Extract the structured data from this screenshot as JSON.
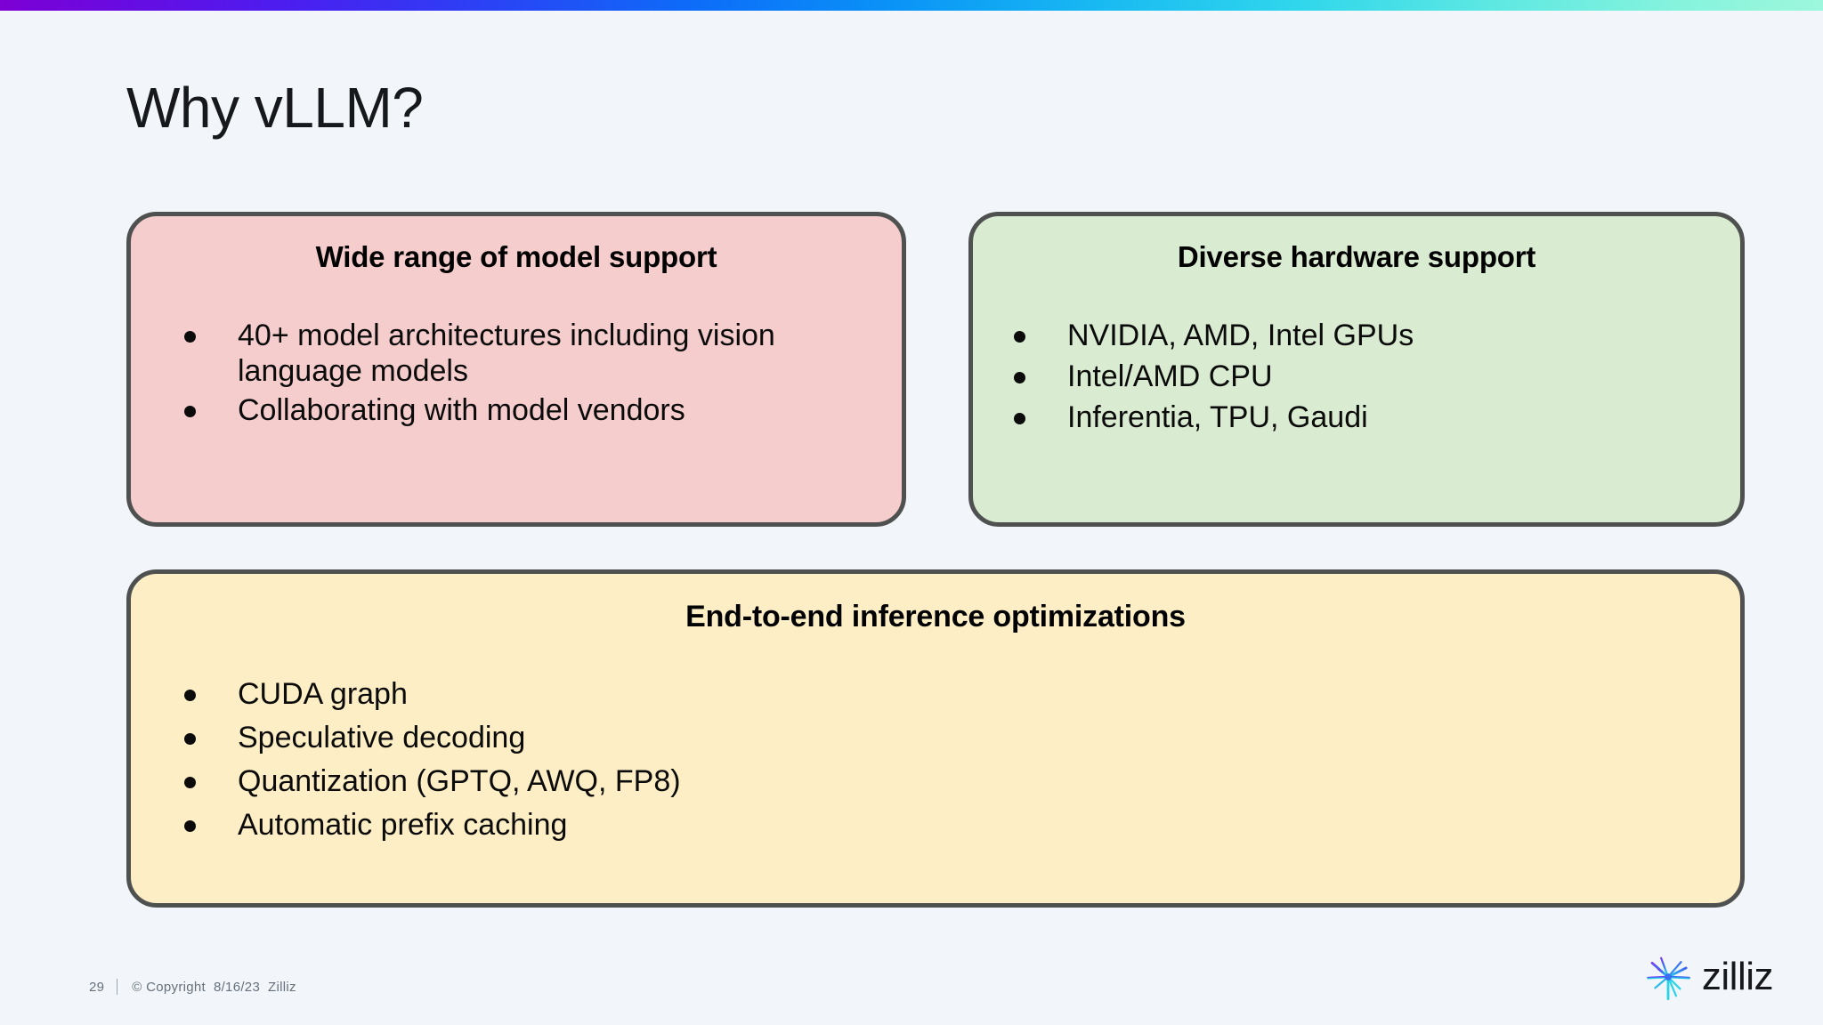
{
  "theme": {
    "background": "#f2f6fa",
    "border_color": "#4f5150",
    "gradient_start": "#7d00d4",
    "gradient_mid": "#0a93f7",
    "gradient_end": "#9df7dc",
    "text_color": "#0b0b0b",
    "footer_text_color": "#66707c"
  },
  "slide": {
    "title": "Why vLLM?"
  },
  "cards": [
    {
      "id": "wide-range-of-model-support",
      "title": "Wide range of model support",
      "background": "#f6cdcd",
      "bullets": [
        "40+ model architectures including vision language models",
        "Collaborating with model vendors"
      ]
    },
    {
      "id": "diverse-hardware-support",
      "title": "Diverse hardware support",
      "background": "#d9ebd0",
      "bullets": [
        "NVIDIA, AMD, Intel GPUs",
        "Intel/AMD CPU",
        "Inferentia, TPU, Gaudi"
      ]
    },
    {
      "id": "end-to-end-inference-optimizations",
      "title": "End-to-end inference optimizations",
      "background": "#fdeec5",
      "bullets": [
        "CUDA graph",
        "Speculative decoding",
        "Quantization (GPTQ, AWQ, FP8)",
        "Automatic prefix caching"
      ]
    }
  ],
  "footer": {
    "page_number": "29",
    "copyright": "© Copyright  8/16/23  Zilliz"
  },
  "logo": {
    "icon": "zilliz-starburst-icon",
    "text": "zilliz"
  }
}
